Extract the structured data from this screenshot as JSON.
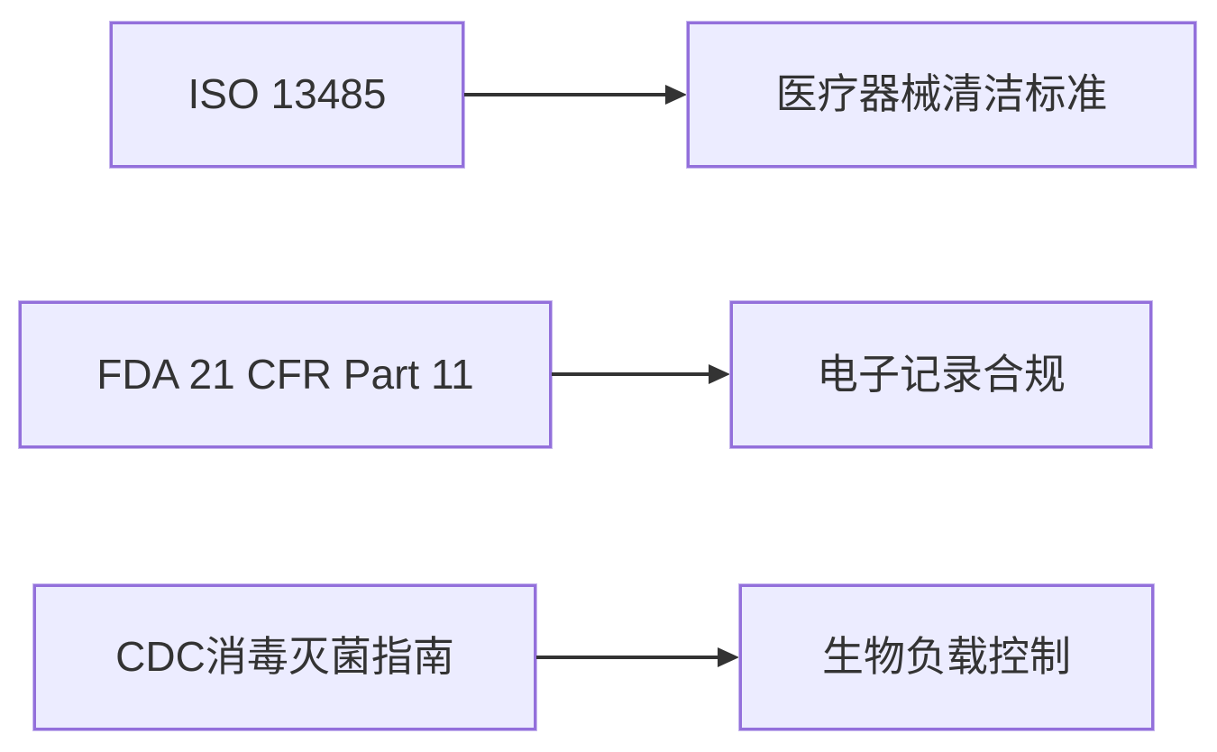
{
  "diagram": {
    "type": "flowchart",
    "direction": "left-to-right",
    "colors": {
      "background": "#ffffff",
      "node_fill": "#ECECFF",
      "node_border": "#9370DB",
      "node_border_outer": "#c6b6ee",
      "edge": "#333333",
      "text": "#333333"
    },
    "rows": [
      {
        "source": "ISO 13485",
        "target": "医疗器械清洁标准"
      },
      {
        "source": "FDA 21 CFR Part 11",
        "target": "电子记录合规"
      },
      {
        "source": "CDC消毒灭菌指南",
        "target": "生物负载控制"
      }
    ]
  }
}
